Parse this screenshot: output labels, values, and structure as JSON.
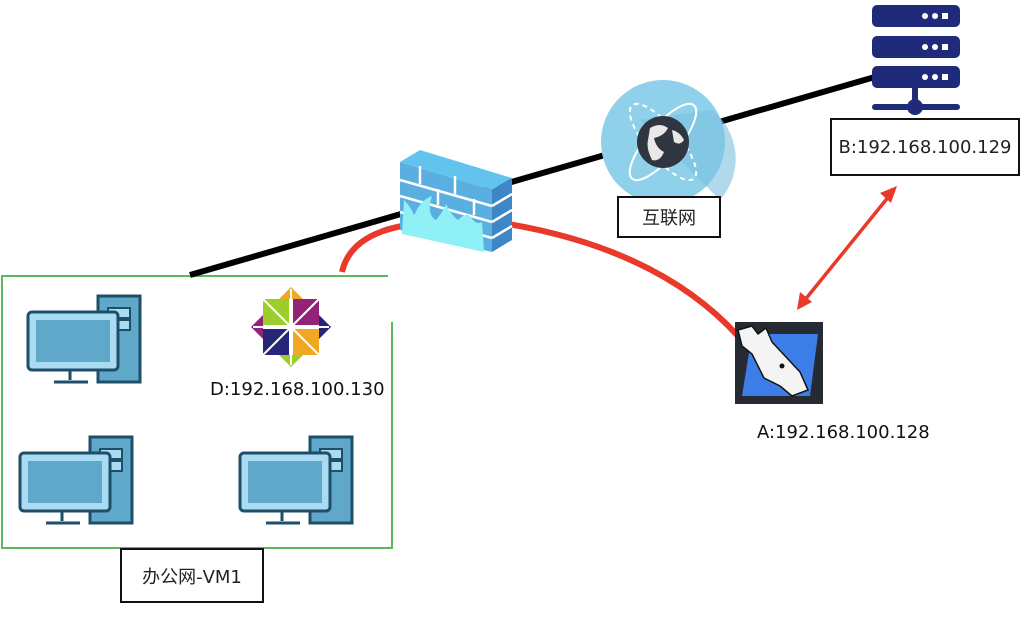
{
  "diagram": {
    "title": "",
    "nodes": {
      "server_b": {
        "label": "B:192.168.100.129",
        "icon": "server-icon",
        "color": "#1f2a7a"
      },
      "internet": {
        "label": "互联网",
        "icon": "globe-icon",
        "color": "#8fd0ea"
      },
      "firewall": {
        "label": "",
        "icon": "firewall-icon",
        "color": "#5aaee0"
      },
      "attacker_a": {
        "label": "A:192.168.100.128",
        "icon": "kali-dragon-icon",
        "color": "#3d7de8"
      },
      "host_d": {
        "label": "D:192.168.100.130",
        "icon": "centos-icon"
      },
      "office_pc_1": {
        "label": "",
        "icon": "desktop-computer-icon"
      },
      "office_pc_2": {
        "label": "",
        "icon": "desktop-computer-icon"
      },
      "office_pc_3": {
        "label": "",
        "icon": "desktop-computer-icon"
      }
    },
    "groups": {
      "office_net": {
        "label": "办公网-VM1",
        "border_color": "#5cb85c"
      }
    },
    "edges": [
      {
        "from": "office_net",
        "to": "server_b",
        "via": [
          "firewall",
          "internet"
        ],
        "style": "solid",
        "color": "#000000"
      },
      {
        "from": "office_net",
        "to": "attacker_a",
        "via": [
          "firewall"
        ],
        "style": "curve",
        "color": "#e8392a"
      },
      {
        "from": "attacker_a",
        "to": "server_b",
        "style": "double-arrow",
        "color": "#e8392a"
      }
    ]
  }
}
